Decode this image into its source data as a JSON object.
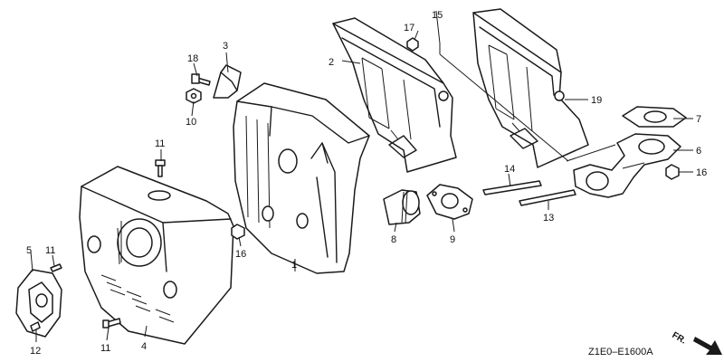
{
  "diagram_code": "Z1E0–E1600A",
  "direction_indicator": "FR.",
  "callouts": {
    "c1": "1",
    "c2": "2",
    "c3": "3",
    "c4": "4",
    "c5": "5",
    "c6": "6",
    "c7": "7",
    "c8": "8",
    "c9": "9",
    "c10": "10",
    "c11a": "11",
    "c11b": "11",
    "c11c": "11",
    "c12": "12",
    "c13": "13",
    "c14": "14",
    "c15": "15",
    "c16a": "16",
    "c16b": "16",
    "c17": "17",
    "c18": "18",
    "c19": "19"
  },
  "colors": {
    "line": "#1a1a1a",
    "background": "#ffffff"
  }
}
